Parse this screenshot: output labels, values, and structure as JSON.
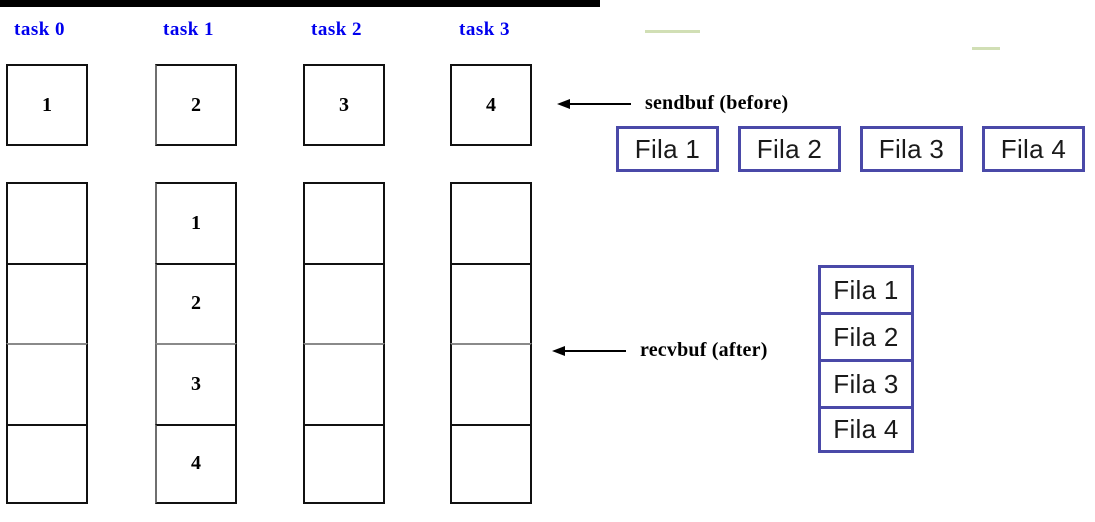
{
  "diagram": {
    "title": "MPI gather diagram",
    "accent_blue": "#0000ee",
    "fila_border": "#4a49a8",
    "line_color": "#111111"
  },
  "columns": [
    {
      "label": "task 0",
      "send_value": "1",
      "recv_values": [
        "",
        "",
        "",
        ""
      ]
    },
    {
      "label": "task 1",
      "send_value": "2",
      "recv_values": [
        "1",
        "2",
        "3",
        "4"
      ]
    },
    {
      "label": "task 2",
      "send_value": "3",
      "recv_values": [
        "",
        "",
        "",
        ""
      ]
    },
    {
      "label": "task 3",
      "send_value": "4",
      "recv_values": [
        "",
        "",
        "",
        ""
      ]
    }
  ],
  "annotations": {
    "sendbuf": "sendbuf (before)",
    "recvbuf": "recvbuf (after)",
    "arrow_icon": "arrow-left-icon"
  },
  "fila_row": [
    "Fila 1",
    "Fila 2",
    "Fila 3",
    "Fila 4"
  ],
  "fila_stack": [
    "Fila 1",
    "Fila 2",
    "Fila 3",
    "Fila 4"
  ]
}
